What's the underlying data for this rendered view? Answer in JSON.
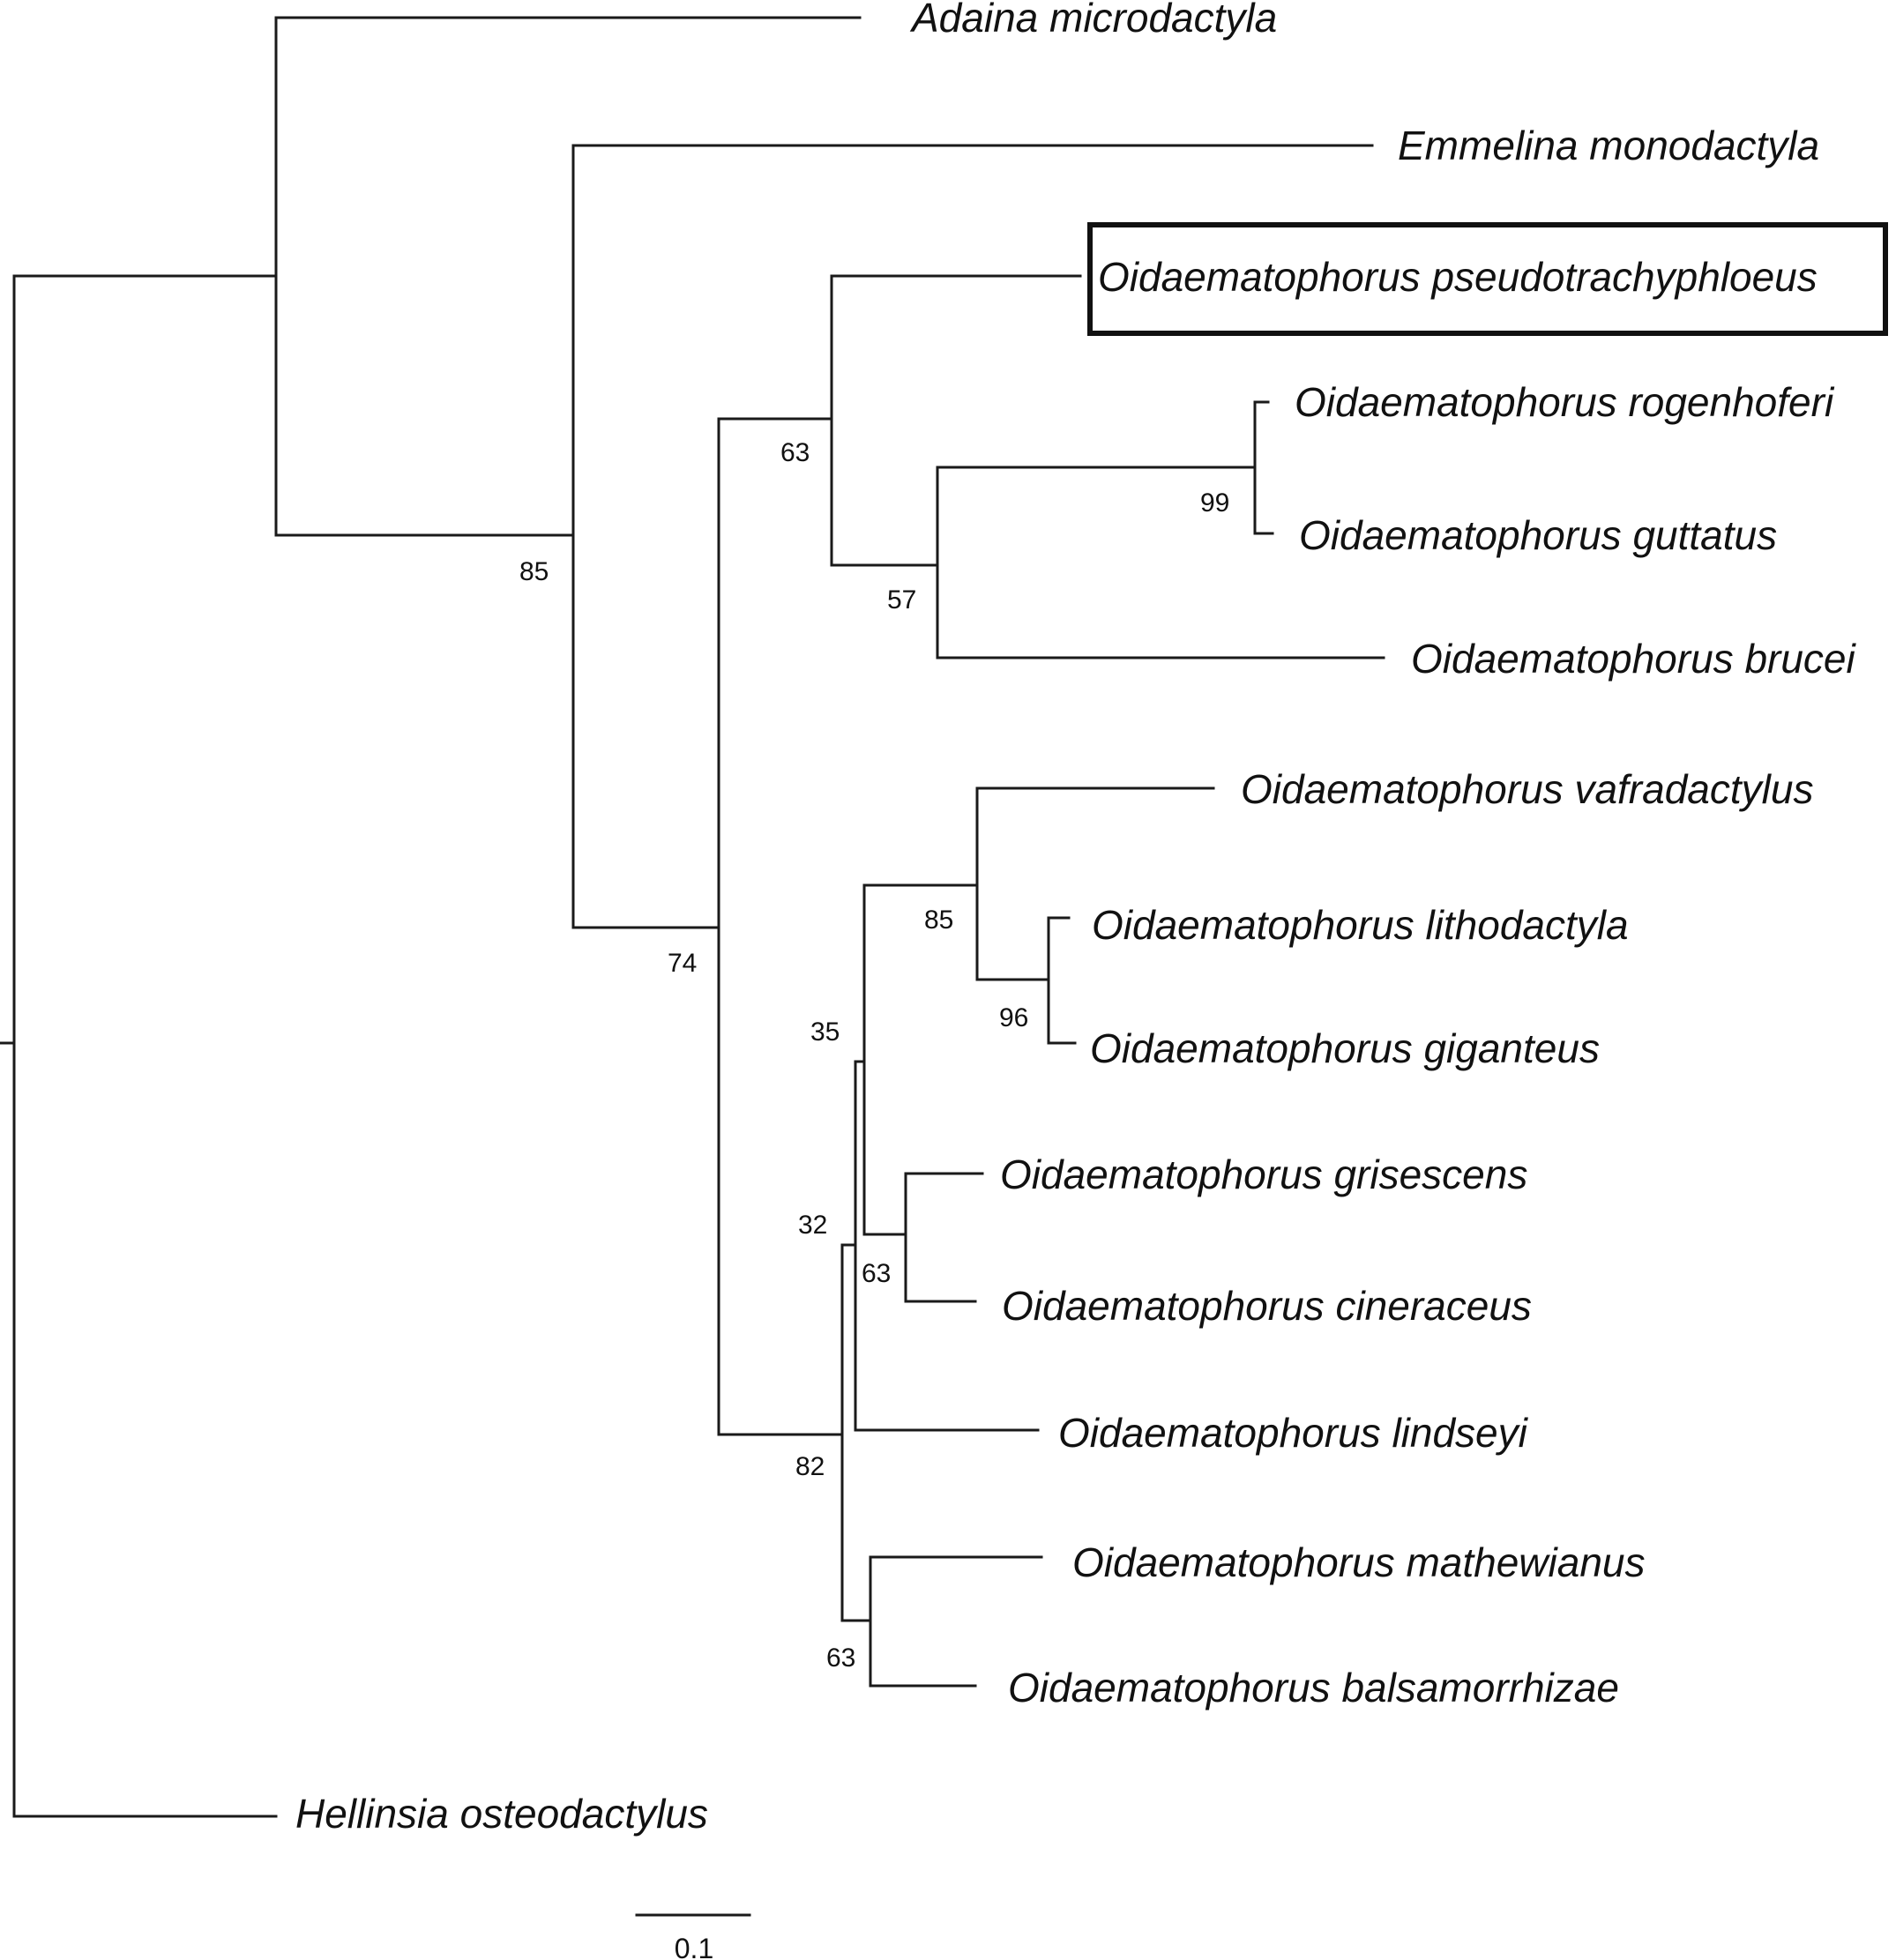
{
  "taxa": {
    "adaina": "Adaina microdactyla",
    "emmelina": "Emmelina monodactyla",
    "pseudotrachyphloeus": "Oidaematophorus pseudotrachyphloeus",
    "rogenhoferi": "Oidaematophorus rogenhoferi",
    "guttatus": "Oidaematophorus guttatus",
    "brucei": "Oidaematophorus brucei",
    "vafradactylus": "Oidaematophorus vafradactylus",
    "lithodactyla": "Oidaematophorus lithodactyla",
    "giganteus": "Oidaematophorus giganteus",
    "grisescens": "Oidaematophorus grisescens",
    "cineraceus": "Oidaematophorus cineraceus",
    "lindseyi": "Oidaematophorus lindseyi",
    "mathewianus": "Oidaematophorus mathewianus",
    "balsamorrhizae": "Oidaematophorus balsamorrhizae",
    "hellinsia": "Hellinsia osteodactylus"
  },
  "support": {
    "emmelina_clade": "85",
    "oidaematophorus_clade": "74",
    "pseudo_clade": "63",
    "brucei_clade": "57",
    "rogenhoferi_guttatus": "99",
    "southern_clade": "82",
    "inner_32": "32",
    "inner_35": "35",
    "vafradactylus_clade": "85",
    "lithodactyla_giganteus": "96",
    "grisescens_cineraceus": "63",
    "mathewianus_balsamorrhizae": "63"
  },
  "scale_bar": {
    "label": "0.1"
  },
  "highlighted_taxon": "pseudotrachyphloeus"
}
